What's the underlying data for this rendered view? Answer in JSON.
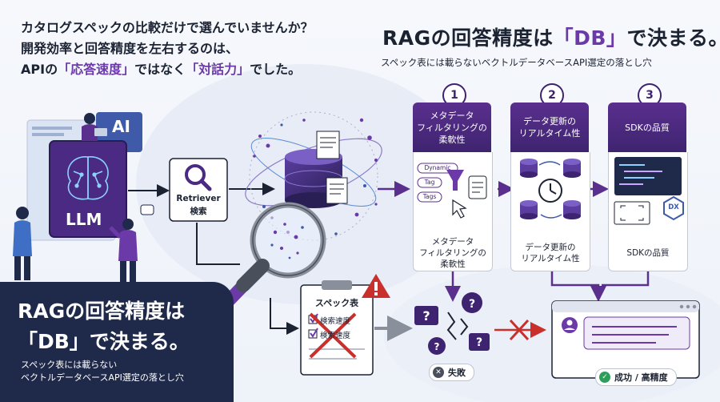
{
  "header_left": {
    "line1": "カタログスペックの比較だけで選んでいませんか？",
    "line2": "開発効率と回答精度を左右するのは、",
    "line3_prefix": "APIの",
    "line3_highlight1": "「応答速度」",
    "line3_middle": "ではなく",
    "line3_highlight2": "「対話力」",
    "line3_suffix": "でした。"
  },
  "header_right": {
    "title_prefix": "RAGの回答精度は",
    "title_highlight": "「DB」",
    "title_suffix": "で決まる。",
    "subtitle": "スペック表には載らないベクトルデータベースAPI選定の落とし穴"
  },
  "ai_badge": "AI",
  "llm_label": "LLM",
  "retriever": {
    "line1": "Retriever",
    "line2": "検索"
  },
  "cards": [
    {
      "number": "1",
      "top": "メタデータ\nフィルタリングの\n柔軟性",
      "bottom": "メタデータ\nフィルタリングの\n柔軟性",
      "tags": [
        "Dynamic",
        "Tag",
        "Tags"
      ]
    },
    {
      "number": "2",
      "top": "データ更新の\nリアルタイム性",
      "bottom": "データ更新の\nリアルタイム性"
    },
    {
      "number": "3",
      "top": "SDKの品質",
      "bottom": "SDKの品質",
      "badge": "DX"
    }
  ],
  "spec_sheet": {
    "title": "スペック表",
    "item1": "検索速度",
    "item2": "検索速度"
  },
  "failure_label": "失敗",
  "success_label": "成功 / 高精度",
  "bottom_panel": {
    "title_line1": "RAGの回答精度は",
    "title_line2": "「DB」で決まる。",
    "sub_line1": "スペック表には載らない",
    "sub_line2": "ベクトルデータベースAPI選定の落とし穴"
  },
  "colors": {
    "accent": "#6c3aa8",
    "navy": "#1f2a4a",
    "purple_dark": "#3e2470",
    "fail_red": "#c9302c",
    "success_green": "#2e9e5b"
  }
}
